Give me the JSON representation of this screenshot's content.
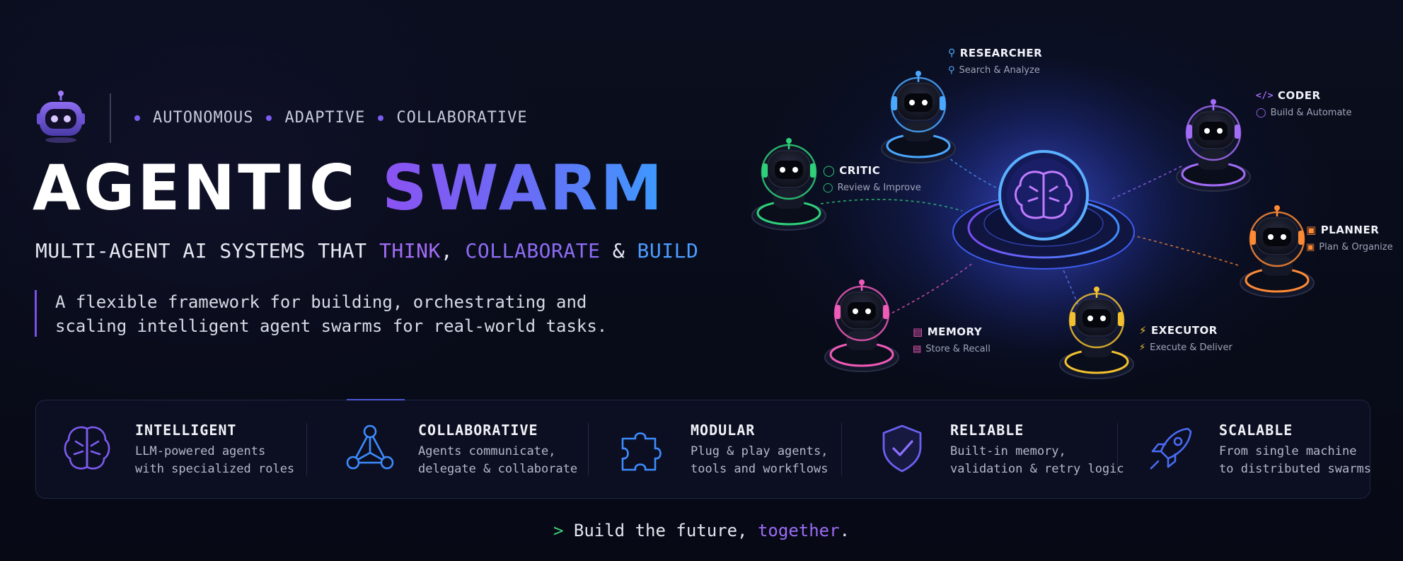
{
  "header": {
    "tags": [
      "AUTONOMOUS",
      "ADAPTIVE",
      "COLLABORATIVE"
    ],
    "title_part1": "AGENTIC",
    "title_part2": "SWARM",
    "subtitle": {
      "prefix": "MULTI-AGENT AI SYSTEMS THAT ",
      "think": "THINK",
      "comma": ", ",
      "collaborate": "COLLABORATE",
      "amp": " & ",
      "build": "BUILD"
    },
    "description": "A flexible framework for building, orchestrating and scaling intelligent agent swarms for real-world tasks."
  },
  "agents": {
    "researcher": {
      "name": "RESEARCHER",
      "sub": "Search & Analyze",
      "color": "#4aa8ff"
    },
    "coder": {
      "name": "CODER",
      "sub": "Build & Automate",
      "color": "#a36cf8"
    },
    "critic": {
      "name": "CRITIC",
      "sub": "Review & Improve",
      "color": "#2fd07a"
    },
    "planner": {
      "name": "PLANNER",
      "sub": "Plan & Organize",
      "color": "#ff8a34"
    },
    "memory": {
      "name": "MEMORY",
      "sub": "Store & Recall",
      "color": "#f05ab8"
    },
    "executor": {
      "name": "EXECUTOR",
      "sub": "Execute & Deliver",
      "color": "#f3c12f"
    }
  },
  "features": [
    {
      "title": "INTELLIGENT",
      "line1": "LLM-powered agents",
      "line2": "with specialized roles",
      "icon": "brain-icon"
    },
    {
      "title": "COLLABORATIVE",
      "line1": "Agents communicate,",
      "line2": "delegate & collaborate",
      "icon": "network-icon"
    },
    {
      "title": "MODULAR",
      "line1": "Plug & play agents,",
      "line2": "tools and workflows",
      "icon": "puzzle-icon"
    },
    {
      "title": "RELIABLE",
      "line1": "Built-in memory,",
      "line2": "validation & retry logic",
      "icon": "shield-check-icon"
    },
    {
      "title": "SCALABLE",
      "line1": "From single machine",
      "line2": "to distributed swarms",
      "icon": "rocket-icon"
    }
  ],
  "tagline": {
    "prompt": ">",
    "text": " Build the future, ",
    "highlight": "together",
    "end": "."
  },
  "colors": {
    "accent_purple": "#8c52f2",
    "accent_blue": "#3c9bff",
    "background": "#080b17"
  }
}
